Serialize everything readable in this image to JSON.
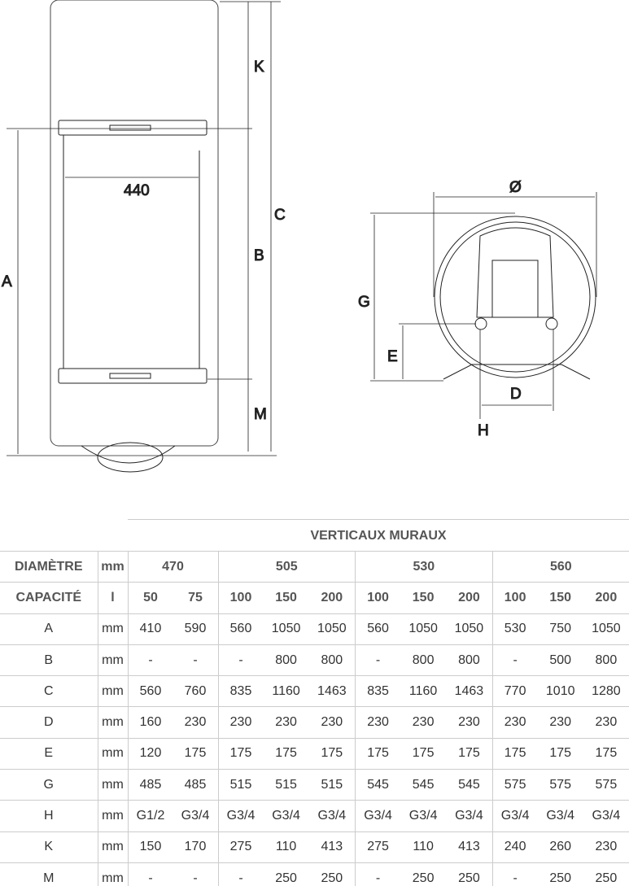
{
  "drawing": {
    "front_labels": {
      "A": "A",
      "B": "B",
      "C": "C",
      "K": "K",
      "M": "M",
      "width": "440"
    },
    "side_labels": {
      "diameter": "Ø",
      "G": "G",
      "E": "E",
      "D": "D",
      "H": "H"
    }
  },
  "table": {
    "title": "VERTICAUX MURAUX",
    "diam_row": {
      "label": "DIAMÈTRE",
      "unit": "mm",
      "groups": [
        "470",
        "505",
        "530",
        "560"
      ]
    },
    "cap_row": {
      "label": "CAPACITÉ",
      "unit": "l",
      "values": [
        "50",
        "75",
        "100",
        "150",
        "200",
        "100",
        "150",
        "200",
        "100",
        "150",
        "200"
      ]
    },
    "rows": [
      {
        "label": "A",
        "unit": "mm",
        "values": [
          "410",
          "590",
          "560",
          "1050",
          "1050",
          "560",
          "1050",
          "1050",
          "530",
          "750",
          "1050"
        ]
      },
      {
        "label": "B",
        "unit": "mm",
        "values": [
          "-",
          "-",
          "-",
          "800",
          "800",
          "-",
          "800",
          "800",
          "-",
          "500",
          "800"
        ]
      },
      {
        "label": "C",
        "unit": "mm",
        "values": [
          "560",
          "760",
          "835",
          "1160",
          "1463",
          "835",
          "1160",
          "1463",
          "770",
          "1010",
          "1280"
        ]
      },
      {
        "label": "D",
        "unit": "mm",
        "values": [
          "160",
          "230",
          "230",
          "230",
          "230",
          "230",
          "230",
          "230",
          "230",
          "230",
          "230"
        ]
      },
      {
        "label": "E",
        "unit": "mm",
        "values": [
          "120",
          "175",
          "175",
          "175",
          "175",
          "175",
          "175",
          "175",
          "175",
          "175",
          "175"
        ]
      },
      {
        "label": "G",
        "unit": "mm",
        "values": [
          "485",
          "485",
          "515",
          "515",
          "515",
          "545",
          "545",
          "545",
          "575",
          "575",
          "575"
        ]
      },
      {
        "label": "H",
        "unit": "mm",
        "values": [
          "G1/2",
          "G3/4",
          "G3/4",
          "G3/4",
          "G3/4",
          "G3/4",
          "G3/4",
          "G3/4",
          "G3/4",
          "G3/4",
          "G3/4"
        ]
      },
      {
        "label": "K",
        "unit": "mm",
        "values": [
          "150",
          "170",
          "275",
          "110",
          "413",
          "275",
          "110",
          "413",
          "240",
          "260",
          "230"
        ]
      },
      {
        "label": "M",
        "unit": "mm",
        "values": [
          "-",
          "-",
          "-",
          "250",
          "250",
          "-",
          "250",
          "250",
          "-",
          "250",
          "250"
        ]
      }
    ]
  }
}
